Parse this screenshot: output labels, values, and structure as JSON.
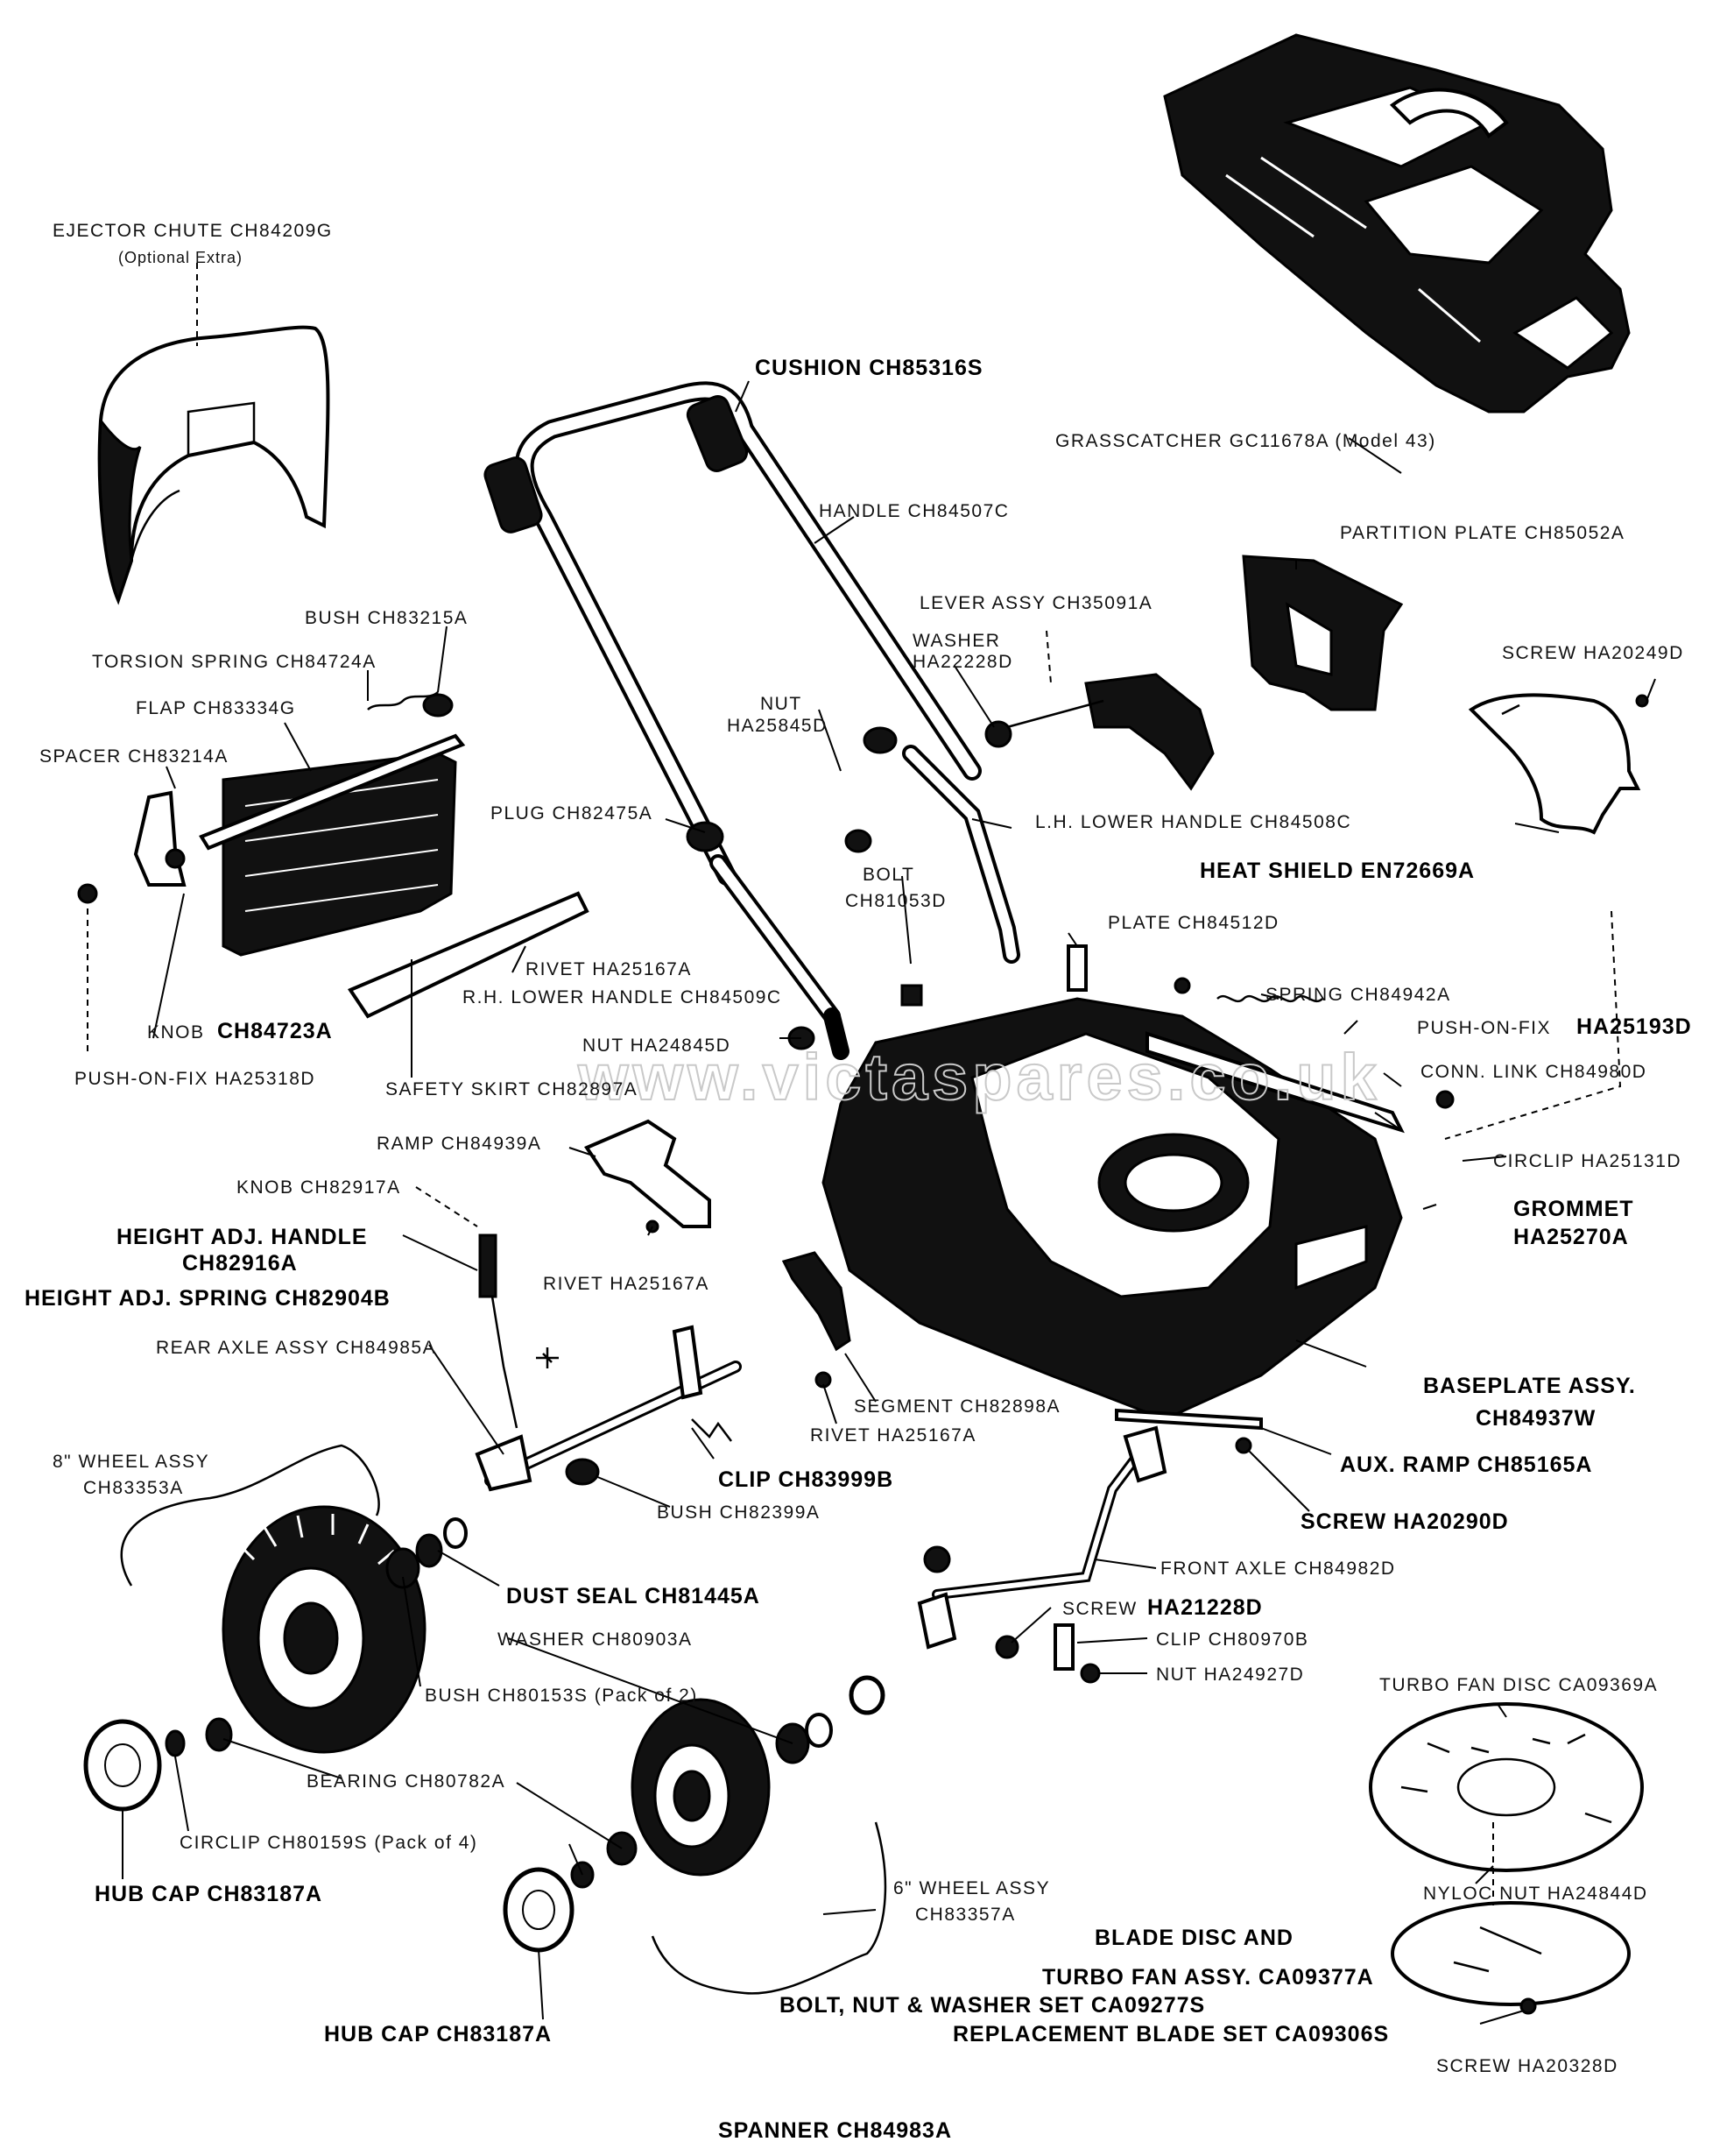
{
  "watermark": "www.victaspares.co.uk",
  "labels": {
    "ejector_chute": "EJECTOR CHUTE  CH84209G",
    "ejector_chute_note": "(Optional Extra)",
    "cushion": "CUSHION  CH85316S",
    "grasscatcher": "GRASSCATCHER  GC11678A  (Model 43)",
    "handle": "HANDLE  CH84507C",
    "partition_plate": "PARTITION PLATE  CH85052A",
    "lever_assy": "LEVER ASSY  CH35091A",
    "bush_top": "BUSH  CH83215A",
    "washer_top": "WASHER",
    "washer_top_code": "HA22228D",
    "screw_top": "SCREW  HA20249D",
    "torsion_spring": "TORSION SPRING  CH84724A",
    "nut_top": "NUT",
    "nut_top_code": "HA25845D",
    "flap": "FLAP  CH83334G",
    "spacer": "SPACER  CH83214A",
    "lh_lower_handle": "L.H. LOWER HANDLE  CH84508C",
    "plug": "PLUG  CH82475A",
    "heat_shield": "HEAT SHIELD  EN72669A",
    "bolt": "BOLT",
    "bolt_code": "CH81053D",
    "plate": "PLATE  CH84512D",
    "rivet_top": "RIVET  HA25167A",
    "rh_lower_handle": "R.H. LOWER HANDLE  CH84509C",
    "spring": "SPRING  CH84942A",
    "knob_flap": "KNOB",
    "knob_flap_code": "CH84723A",
    "nut_mid": "NUT  HA24845D",
    "push_on_fix_right": "PUSH-ON-FIX",
    "push_on_fix_right_code": "HA25193D",
    "push_on_fix_left": "PUSH-ON-FIX  HA25318D",
    "safety_skirt": "SAFETY SKIRT  CH82897A",
    "conn_link": "CONN. LINK  CH84980D",
    "ramp": "RAMP  CH84939A",
    "circlip_right": "CIRCLIP  HA25131D",
    "knob_height": "KNOB  CH82917A",
    "grommet": "GROMMET",
    "grommet_code": "HA25270A",
    "height_adj_handle": "HEIGHT ADJ. HANDLE",
    "height_adj_handle_code": "CH82916A",
    "height_adj_spring": "HEIGHT ADJ. SPRING CH82904B",
    "rivet_mid": "RIVET  HA25167A",
    "rear_axle": "REAR AXLE ASSY  CH84985A",
    "baseplate": "BASEPLATE ASSY.",
    "baseplate_code": "CH84937W",
    "segment": "SEGMENT  CH82898A",
    "rivet_low": "RIVET  HA25167A",
    "wheel_8": "8\" WHEEL ASSY",
    "wheel_8_code": "CH83353A",
    "clip_mid": "CLIP  CH83999B",
    "aux_ramp": "AUX. RAMP  CH85165A",
    "bush_mid": "BUSH  CH82399A",
    "screw_mid": "SCREW  HA20290D",
    "front_axle": "FRONT AXLE  CH84982D",
    "dust_seal": "DUST SEAL  CH81445A",
    "screw_low": "SCREW",
    "screw_low_code": "HA21228D",
    "washer_low": "WASHER  CH80903A",
    "clip_low": "CLIP  CH80970B",
    "nut_low": "NUT  HA24927D",
    "turbo_fan": "TURBO FAN DISC  CA09369A",
    "bush_low": "BUSH  CH80153S  (Pack of 2)",
    "bearing": "BEARING  CH80782A",
    "circlip_low": "CIRCLIP  CH80159S  (Pack of 4)",
    "nyloc_nut": "NYLOC NUT  HA24844D",
    "hub_cap_left": "HUB CAP  CH83187A",
    "wheel_6": "6\" WHEEL ASSY",
    "wheel_6_code": "CH83357A",
    "blade_disc": "BLADE DISC AND",
    "turbo_fan_assy": "TURBO FAN ASSY.  CA09377A",
    "bolt_set": "BOLT, NUT & WASHER SET CA09277S",
    "blade_set": "REPLACEMENT BLADE SET CA09306S",
    "hub_cap_right": "HUB CAP  CH83187A",
    "screw_blade": "SCREW  HA20328D",
    "spanner": "SPANNER CH84983A"
  }
}
